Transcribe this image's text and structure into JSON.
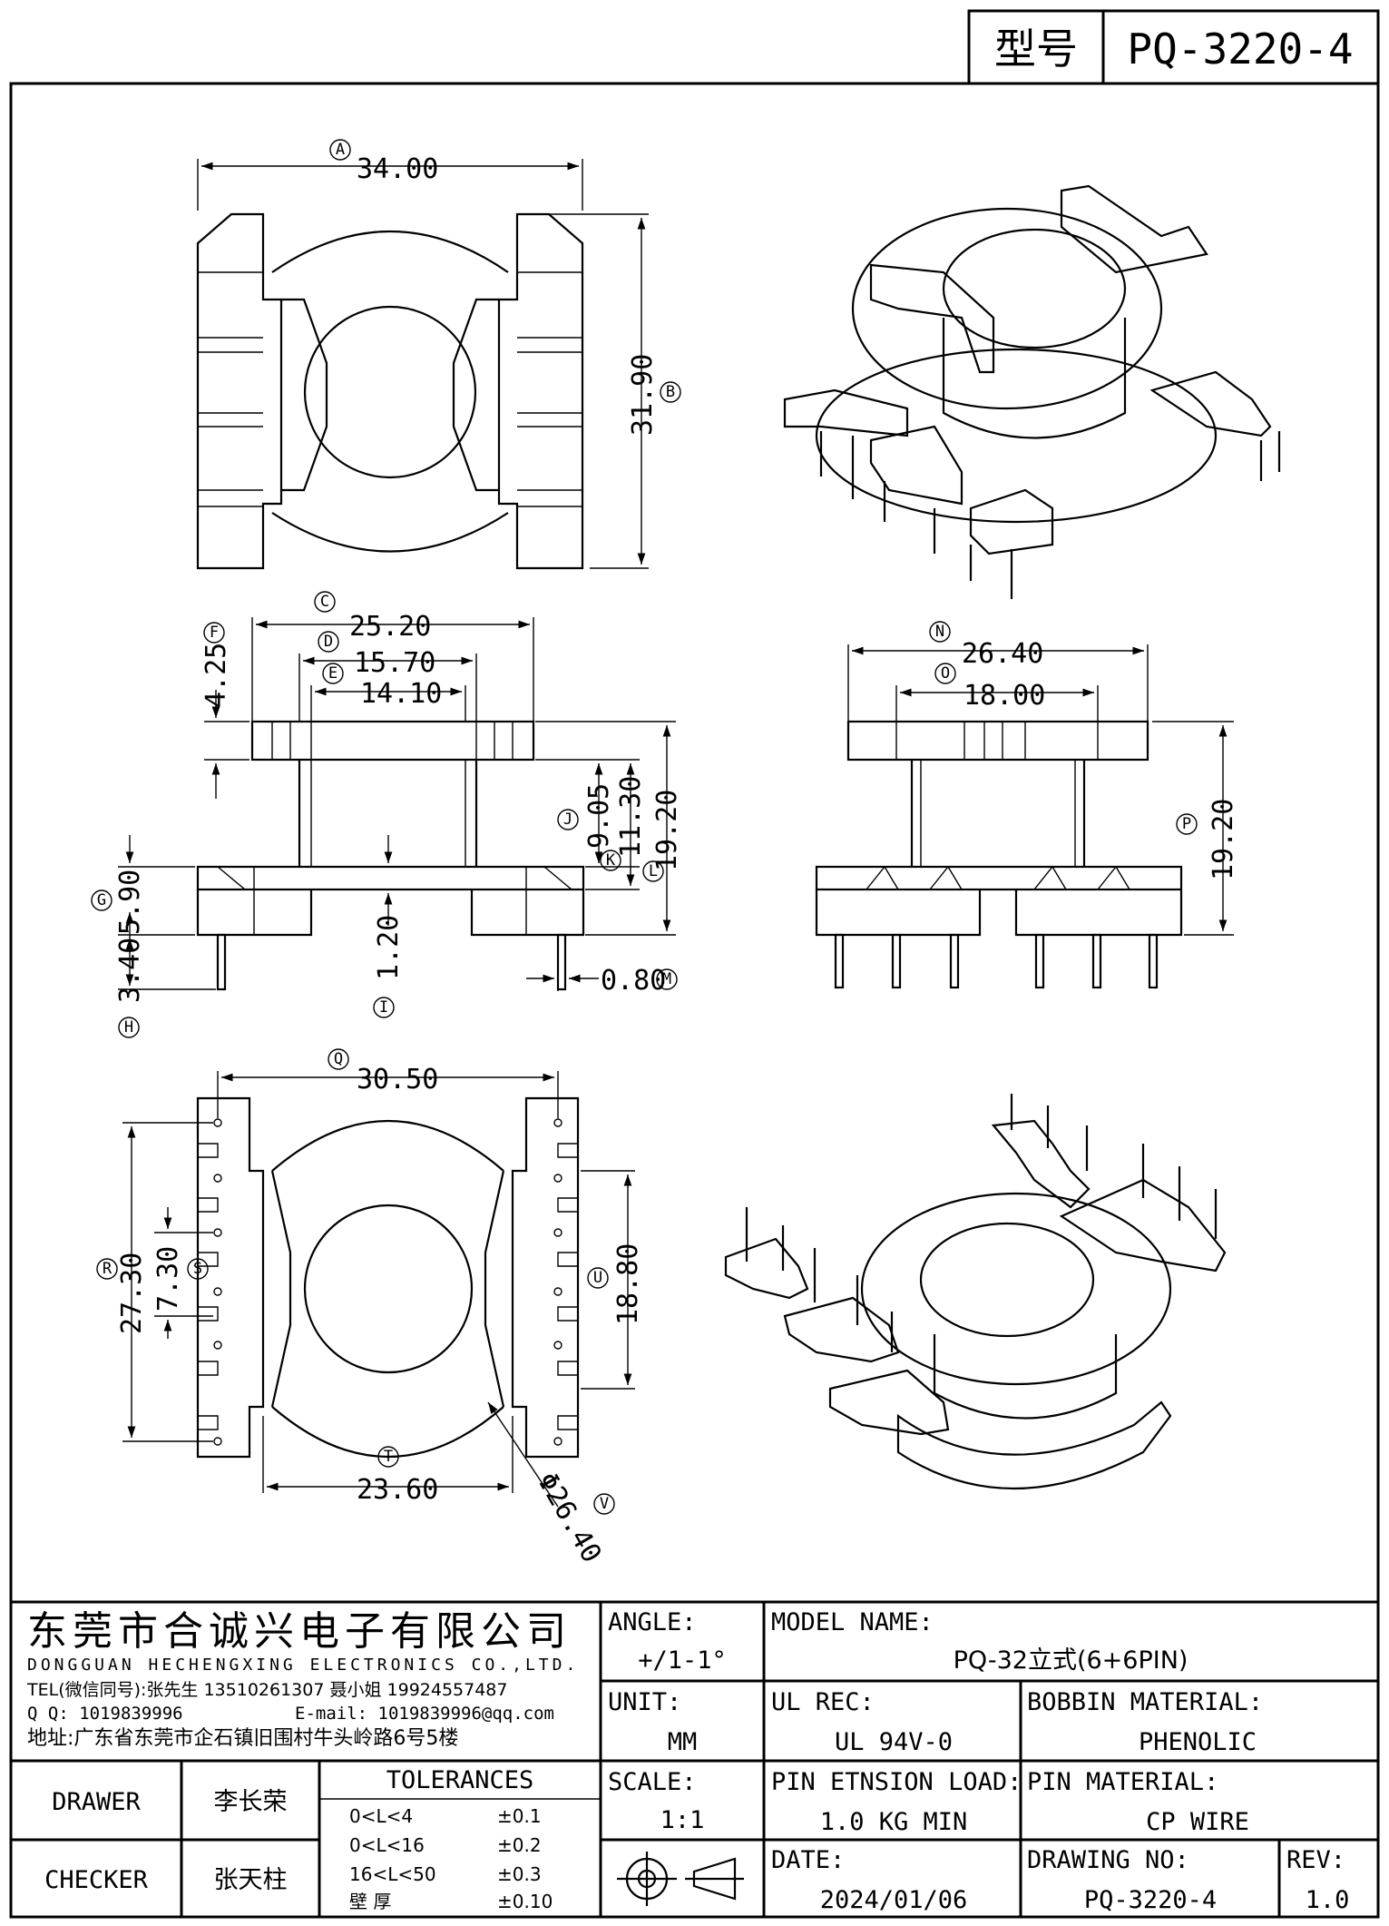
{
  "header": {
    "model_label": "型号",
    "model_value": "PQ-3220-4"
  },
  "dimensions": {
    "top_view": {
      "A": {
        "letter": "A",
        "value": "34.00"
      },
      "B": {
        "letter": "B",
        "value": "31.90"
      }
    },
    "front_view": {
      "C": {
        "letter": "C",
        "value": "25.20"
      },
      "D": {
        "letter": "D",
        "value": "15.70"
      },
      "E": {
        "letter": "E",
        "value": "14.10"
      },
      "F": {
        "letter": "F",
        "value": "4.25"
      },
      "G": {
        "letter": "G",
        "value": "5.90"
      },
      "H": {
        "letter": "H",
        "value": "3.40"
      },
      "I": {
        "letter": "I",
        "value": "1.20"
      },
      "J": {
        "letter": "J",
        "value": "9.05"
      },
      "K": {
        "letter": "K",
        "value": "11.30"
      },
      "L": {
        "letter": "L",
        "value": "19.20"
      },
      "M": {
        "letter": "M",
        "value": "0.80"
      }
    },
    "side_view": {
      "N": {
        "letter": "N",
        "value": "26.40"
      },
      "O": {
        "letter": "O",
        "value": "18.00"
      },
      "P": {
        "letter": "P",
        "value": "19.20"
      }
    },
    "bottom_view": {
      "Q": {
        "letter": "Q",
        "value": "30.50"
      },
      "R": {
        "letter": "R",
        "value": "27.30"
      },
      "S": {
        "letter": "S",
        "value": "7.30"
      },
      "U": {
        "letter": "U",
        "value": "18.80"
      },
      "T": {
        "letter": "T",
        "value": "23.60"
      },
      "V": {
        "letter": "V",
        "value": "Φ26.40"
      }
    }
  },
  "title_block": {
    "company_cn": "东莞市合诚兴电子有限公司",
    "company_en": "DONGGUAN HECHENGXING ELECTRONICS CO.,LTD.",
    "tel": "TEL(微信同号):张先生 13510261307 聂小姐 19924557487",
    "qq": "Q Q: 1019839996",
    "email": "E-mail: 1019839996@qq.com",
    "address": "地址:广东省东莞市企石镇旧围村牛头岭路6号5楼",
    "angle_label": "ANGLE:",
    "angle_value": "+/1-1°",
    "unit_label": "UNIT:",
    "unit_value": "MM",
    "scale_label": "SCALE:",
    "scale_value": "1:1",
    "model_name_label": "MODEL NAME:",
    "model_name_value": "PQ-32立式(6+6PIN)",
    "ul_label": "UL REC:",
    "ul_value": "UL 94V-0",
    "bobbin_label": "BOBBIN MATERIAL:",
    "bobbin_value": "PHENOLIC",
    "pin_load_label": "PIN ETNSION LOAD:",
    "pin_load_value": "1.0 KG MIN",
    "pin_mat_label": "PIN MATERIAL:",
    "pin_mat_value": "CP WIRE",
    "date_label": "DATE:",
    "date_value": "2024/01/06",
    "drawing_no_label": "DRAWING NO:",
    "drawing_no_value": "PQ-3220-4",
    "rev_label": "REV:",
    "rev_value": "1.0",
    "drawer_label": "DRAWER",
    "drawer_value": "李长荣",
    "checker_label": "CHECKER",
    "checker_value": "张天柱",
    "tolerances_title": "TOLERANCES",
    "tolerances": [
      {
        "range": "0<L<4",
        "value": "±0.1"
      },
      {
        "range": "0<L<16",
        "value": "±0.2"
      },
      {
        "range": "16<L<50",
        "value": "±0.3"
      },
      {
        "range": "壁   厚",
        "value": "±0.10"
      }
    ]
  }
}
